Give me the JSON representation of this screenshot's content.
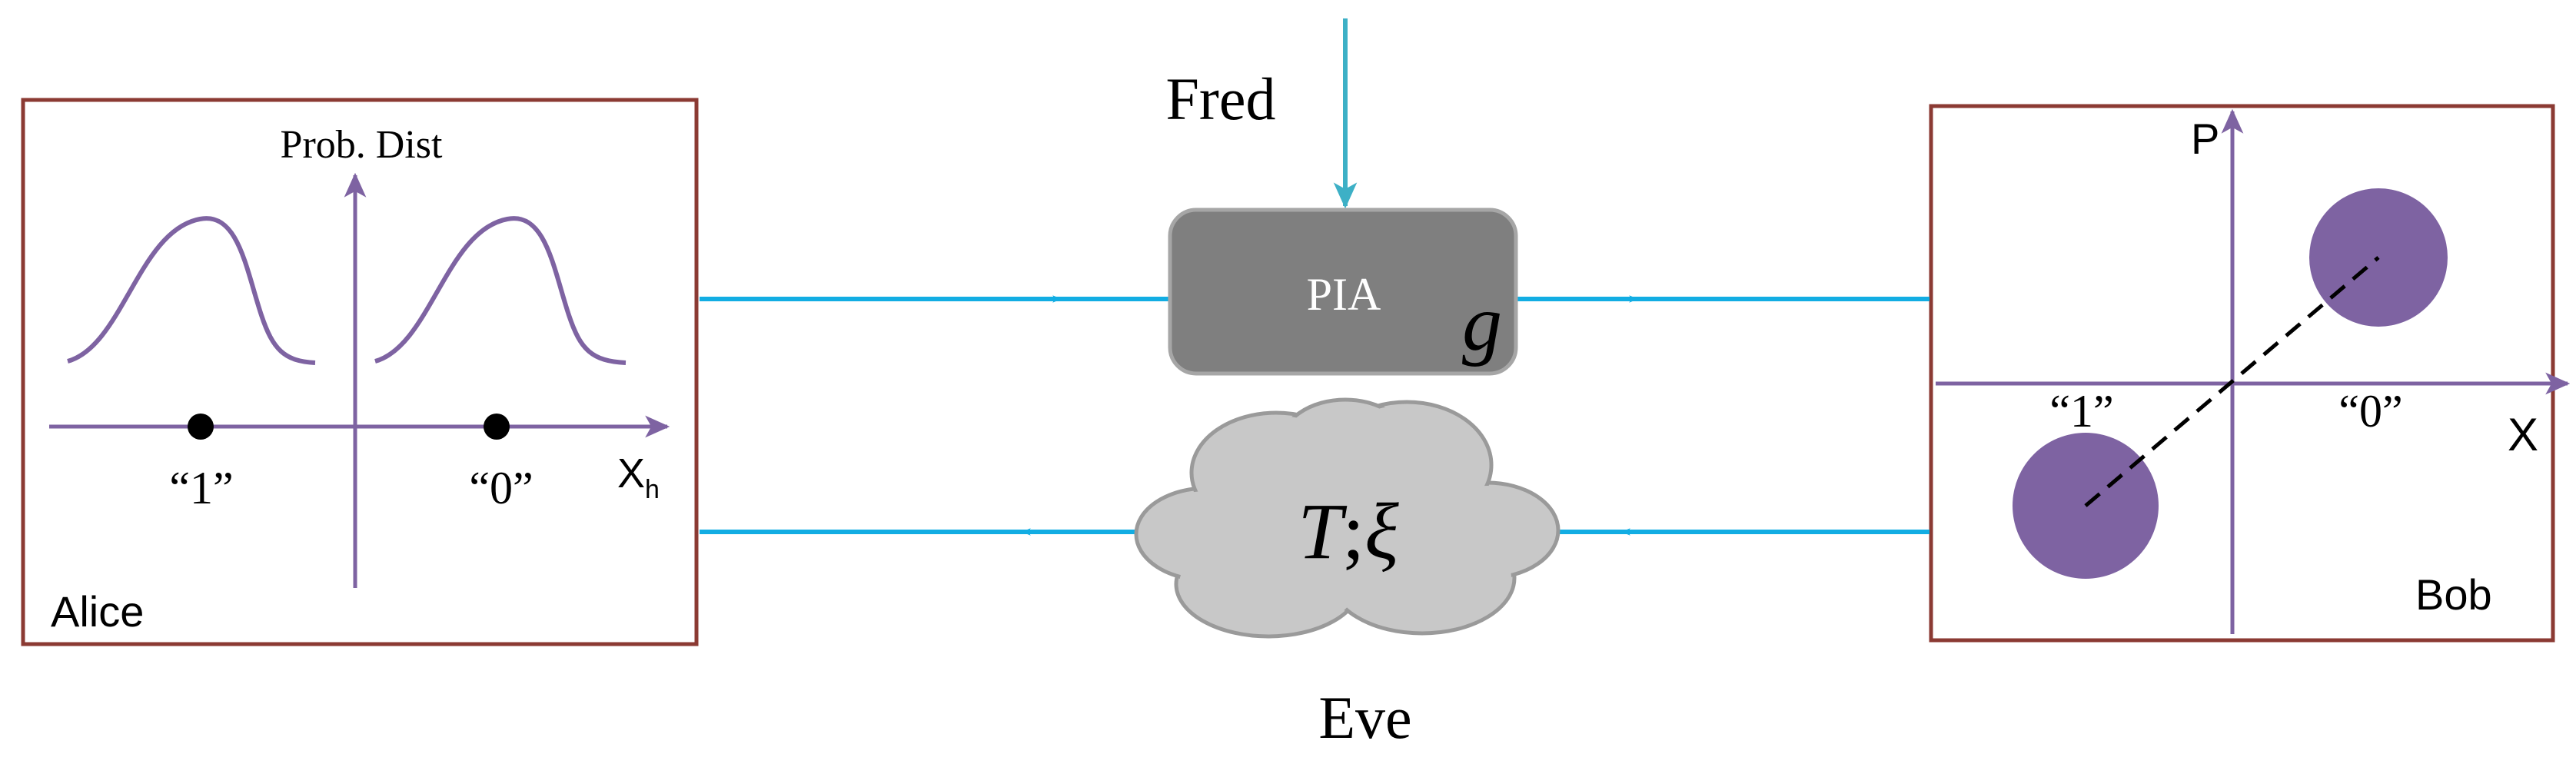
{
  "colors": {
    "box_border": "#8B3A33",
    "axis": "#7E63A2",
    "curve": "#7E63A2",
    "dot_fill": "#7E63A2",
    "channel": "#12ADE3",
    "fred_arrow": "#3DB0C6",
    "pia_fill": "#7F7F7F",
    "pia_border": "#A6A6A6",
    "cloud_fill": "#C8C8C8",
    "cloud_border": "#9A9A9A",
    "text": "#000000",
    "pia_text": "#ffffff"
  },
  "alice": {
    "name": "Alice",
    "axis_y_label": "Prob. Dist",
    "axis_x_label_main": "X",
    "axis_x_label_sub": "h",
    "point_one": "“1”",
    "point_zero": "“0”"
  },
  "bob": {
    "name": "Bob",
    "axis_y_label": "P",
    "axis_x_label": "X",
    "point_one": "“1”",
    "point_zero": "“0”"
  },
  "fred": {
    "name": "Fred"
  },
  "pia": {
    "label": "PIA",
    "gain_symbol": "g"
  },
  "eve": {
    "name": "Eve",
    "symbol_t": "T",
    "symbol_sep": ";",
    "symbol_xi": "ξ"
  }
}
